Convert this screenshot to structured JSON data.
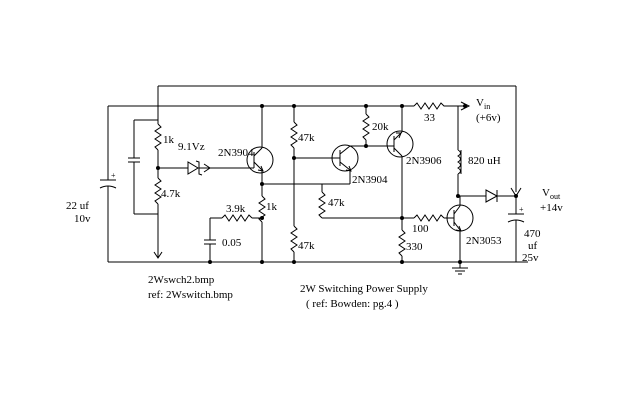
{
  "labels": {
    "c1_value": "22 uf",
    "c1_voltage": "10v",
    "r_1k_top": "1k",
    "r_4k7": "4.7k",
    "zener": "9.1Vz",
    "q1": "2N3904",
    "r_47k_top": "47k",
    "r_20k": "20k",
    "r_33": "33",
    "vin_main": "V",
    "vin_sub": "in",
    "vin_value": "(+6v)",
    "q2": "2N3904",
    "q3": "2N3906",
    "inductor": "820 uH",
    "vout_main": "V",
    "vout_sub": "out",
    "vout_value": "+14v",
    "r_3k9": "3.9k",
    "r_1k_mid": "1k",
    "r_47k_mid": "47k",
    "c_005": "0.05",
    "r_47k_bot": "47k",
    "r_100": "100",
    "r_330": "330",
    "q4": "2N3053",
    "c_out_value": "470",
    "c_out_unit": "uf",
    "c_out_voltage": "25v",
    "plus": "+",
    "file_name": "2Wswch2.bmp",
    "file_ref": "ref: 2Wswitch.bmp",
    "title": "2W Switching Power Supply",
    "title_ref": "( ref:  Bowden: pg.4 )"
  }
}
